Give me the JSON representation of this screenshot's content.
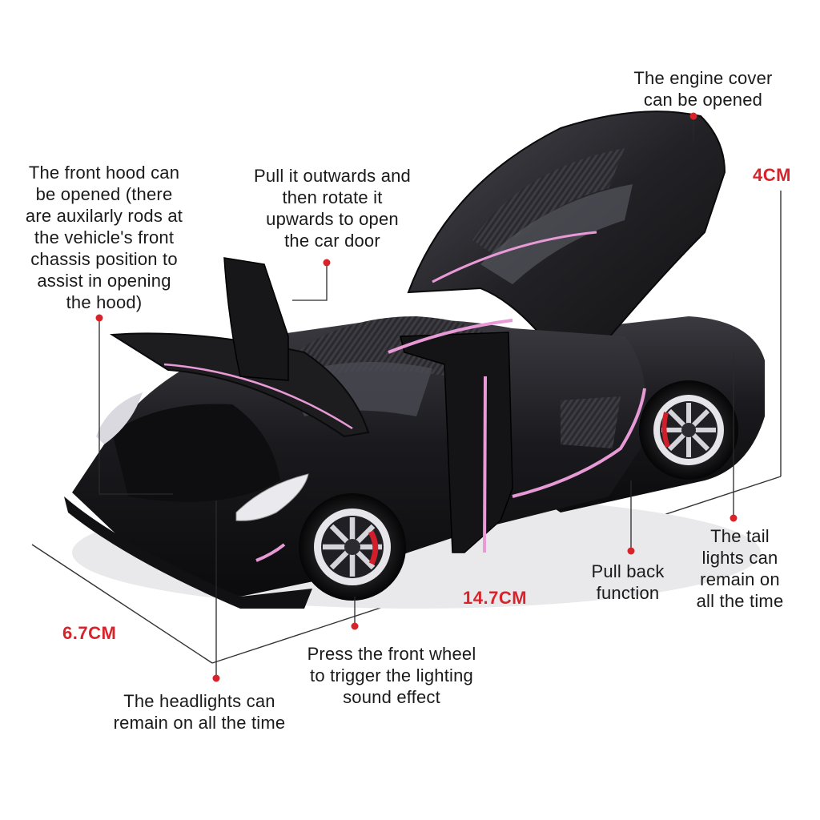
{
  "colors": {
    "callout_dot": "#d8232a",
    "dimension_text": "#d8232a",
    "label_text": "#1a1a1a",
    "car_body": "#141416",
    "accent_stripe": "#e79ad6",
    "brake_caliper": "#d01f2a"
  },
  "callouts": {
    "engine_cover": [
      "The engine cover",
      "can be opened"
    ],
    "front_hood": [
      "The front hood can",
      "be opened (there",
      "are auxilarly rods at",
      "the vehicle's front",
      "chassis position to",
      "assist in opening",
      "the hood)"
    ],
    "car_door": [
      "Pull it outwards and",
      "then rotate it",
      "upwards to open",
      "the car door"
    ],
    "tail_lights": [
      "The tail",
      "lights can",
      "remain on",
      "all the time"
    ],
    "pull_back": [
      "Pull back",
      "function"
    ],
    "front_wheel": [
      "Press the front wheel",
      "to trigger the lighting",
      "sound effect"
    ],
    "headlights": [
      "The headlights can",
      "remain on all the time"
    ]
  },
  "dimensions": {
    "height": "4CM",
    "length": "14.7CM",
    "width": "6.7CM"
  }
}
